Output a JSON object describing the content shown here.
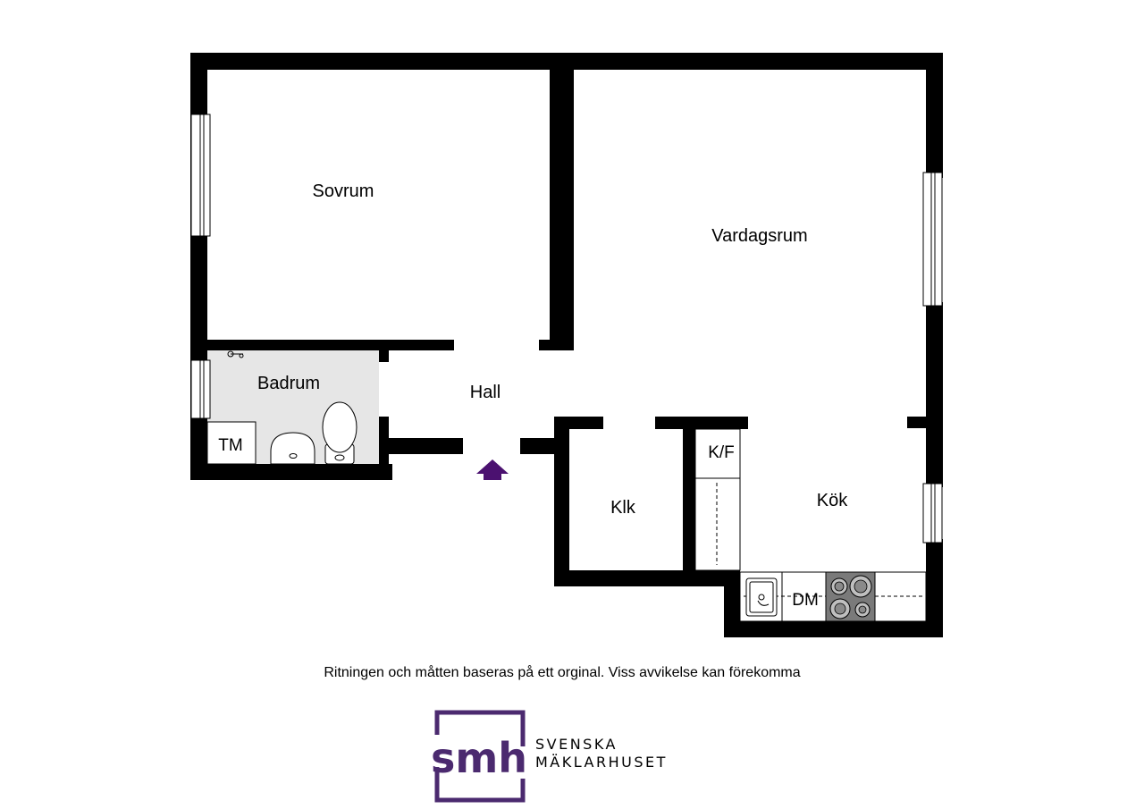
{
  "rooms": {
    "sovrum": "Sovrum",
    "vardagsrum": "Vardagsrum",
    "badrum": "Badrum",
    "hall": "Hall",
    "klk": "Klk",
    "kok": "Kök",
    "kf": "K/F",
    "tm": "TM",
    "dm": "DM"
  },
  "disclaimer": "Ritningen och måtten baseras på ett orginal. Viss avvikelse kan förekomma",
  "brand": {
    "mark": "smh",
    "line1": "SVENSKA",
    "line2": "MÄKLARHUSET",
    "color": "#4b2a6f"
  },
  "colors": {
    "wall": "#000000",
    "bathroom_floor": "#e6e6e6",
    "entrance_arrow": "#4b1170",
    "stove": "#7a7a7a"
  },
  "icons": {
    "entrance": "entrance-arrow-icon",
    "stove": "stove-icon",
    "sink": "sink-icon",
    "toilet": "toilet-icon",
    "washbasin": "washbasin-icon",
    "window": "window-icon"
  }
}
